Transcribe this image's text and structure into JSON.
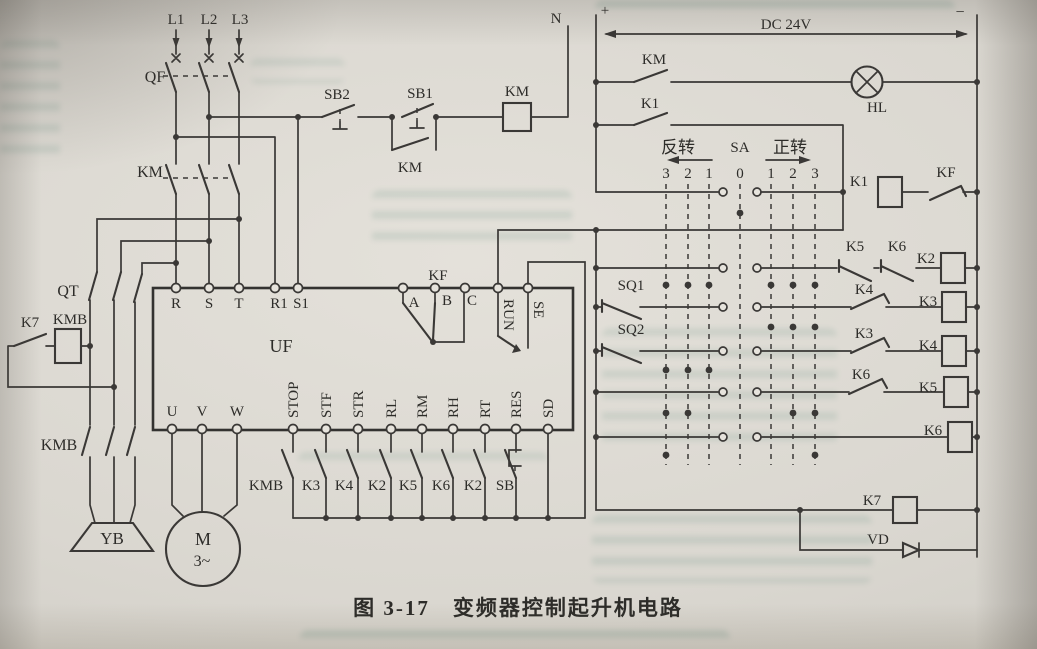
{
  "caption": "图 3-17　变频器控制起升机电路",
  "supply": {
    "l1": "L1",
    "l2": "L2",
    "l3": "L3",
    "qf": "QF",
    "km": "KM"
  },
  "control": {
    "sb2": "SB2",
    "sb1": "SB1",
    "km_aux": "KM",
    "km_coil": "KM",
    "n": "N"
  },
  "dc": {
    "plus": "+",
    "minus": "−",
    "label": "DC 24V"
  },
  "pilot": {
    "km": "KM",
    "k1": "K1",
    "hl": "HL"
  },
  "selector": {
    "reverse": "反转",
    "name": "SA",
    "forward": "正转",
    "positions": [
      "3",
      "2",
      "1",
      "0",
      "1",
      "2",
      "3"
    ]
  },
  "rows": {
    "k1_coil": "K1",
    "kf": "KF",
    "k5_nc": "K5",
    "k6_nc": "K6",
    "k2_coil": "K2",
    "sq1": "SQ1",
    "k4_nc": "K4",
    "k3_coil": "K3",
    "sq2": "SQ2",
    "k3_nc": "K3",
    "k4_coil": "K4",
    "k6_nc2": "K6",
    "k5_coil": "K5",
    "k6_coil": "K6",
    "k7_coil": "K7",
    "vd": "VD"
  },
  "brake": {
    "qt": "QT",
    "k7": "K7",
    "kmb_coil": "KMB",
    "kmb": "KMB",
    "yb": "YB"
  },
  "motor": {
    "name": "M",
    "phases": "3~"
  },
  "inverter": {
    "name": "UF",
    "top_terminals": [
      "R",
      "S",
      "T",
      "R1",
      "S1"
    ],
    "kf": {
      "name": "KF",
      "a": "A",
      "b": "B",
      "c": "C"
    },
    "run": "RUN",
    "se": "SE",
    "outputs": [
      "U",
      "V",
      "W"
    ],
    "inputs": [
      "STOP",
      "STF",
      "STR",
      "RL",
      "RM",
      "RH",
      "RT",
      "RES",
      "SD"
    ]
  },
  "input_contacts": [
    "KMB",
    "K3",
    "K4",
    "K2",
    "K5",
    "K6",
    "K2",
    "SB"
  ]
}
